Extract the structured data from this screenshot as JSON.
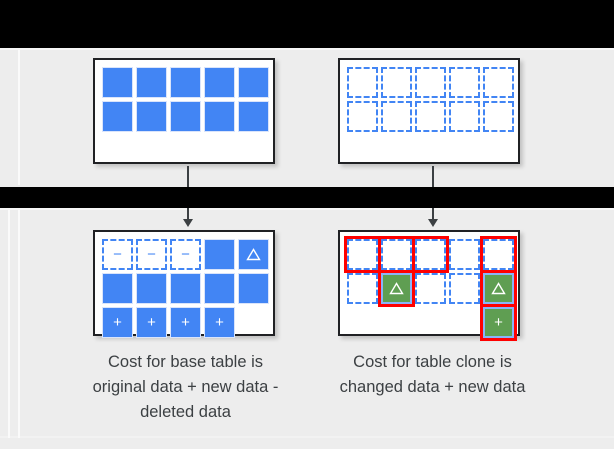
{
  "diagram": {
    "background_color": "#ededed",
    "blue": "#4285F4",
    "green": "#5F9E52",
    "red": "#FF0000",
    "card_border": "#202124",
    "occlusion_bar_color": "#000000"
  },
  "tables": {
    "top_left": {
      "name": "base-table-original",
      "rows": 2,
      "cols": 5,
      "cells": [
        {
          "style": "solid",
          "glyph": ""
        },
        {
          "style": "solid",
          "glyph": ""
        },
        {
          "style": "solid",
          "glyph": ""
        },
        {
          "style": "solid",
          "glyph": ""
        },
        {
          "style": "solid",
          "glyph": ""
        },
        {
          "style": "solid",
          "glyph": ""
        },
        {
          "style": "solid",
          "glyph": ""
        },
        {
          "style": "solid",
          "glyph": ""
        },
        {
          "style": "solid",
          "glyph": ""
        },
        {
          "style": "solid",
          "glyph": ""
        }
      ]
    },
    "top_right": {
      "name": "table-clone-empty",
      "rows": 2,
      "cols": 5,
      "cells": [
        {
          "style": "dashed",
          "glyph": ""
        },
        {
          "style": "dashed",
          "glyph": ""
        },
        {
          "style": "dashed",
          "glyph": ""
        },
        {
          "style": "dashed",
          "glyph": ""
        },
        {
          "style": "dashed",
          "glyph": ""
        },
        {
          "style": "dashed",
          "glyph": ""
        },
        {
          "style": "dashed",
          "glyph": ""
        },
        {
          "style": "dashed",
          "glyph": ""
        },
        {
          "style": "dashed",
          "glyph": ""
        },
        {
          "style": "dashed",
          "glyph": ""
        }
      ]
    },
    "bottom_left": {
      "name": "base-table-after-changes",
      "rows": 3,
      "cols": 5,
      "cells": [
        {
          "style": "dashed",
          "glyph": "−",
          "glyph_name": "minus-deleted"
        },
        {
          "style": "dashed",
          "glyph": "−",
          "glyph_name": "minus-deleted"
        },
        {
          "style": "dashed",
          "glyph": "−",
          "glyph_name": "minus-deleted"
        },
        {
          "style": "solid",
          "glyph": ""
        },
        {
          "style": "solid",
          "glyph": "△",
          "glyph_name": "delta-changed"
        },
        {
          "style": "solid",
          "glyph": ""
        },
        {
          "style": "solid",
          "glyph": ""
        },
        {
          "style": "solid",
          "glyph": ""
        },
        {
          "style": "solid",
          "glyph": ""
        },
        {
          "style": "solid",
          "glyph": ""
        },
        {
          "style": "solid",
          "glyph": "+",
          "glyph_name": "plus-new"
        },
        {
          "style": "solid",
          "glyph": "+",
          "glyph_name": "plus-new"
        },
        {
          "style": "solid",
          "glyph": "+",
          "glyph_name": "plus-new"
        },
        {
          "style": "solid",
          "glyph": "+",
          "glyph_name": "plus-new"
        },
        {
          "style": "blank",
          "glyph": ""
        }
      ]
    },
    "bottom_right": {
      "name": "table-clone-after-changes",
      "rows": 3,
      "cols": 5,
      "cells": [
        {
          "style": "dashed",
          "glyph": "",
          "billed": true
        },
        {
          "style": "dashed",
          "glyph": "",
          "billed": true
        },
        {
          "style": "dashed",
          "glyph": "",
          "billed": true
        },
        {
          "style": "dashed",
          "glyph": "",
          "billed": false
        },
        {
          "style": "dashed",
          "glyph": "",
          "billed": true
        },
        {
          "style": "dashed",
          "glyph": "",
          "billed": false
        },
        {
          "style": "green",
          "glyph": "△",
          "glyph_name": "delta-changed",
          "billed": true
        },
        {
          "style": "dashed",
          "glyph": "",
          "billed": false
        },
        {
          "style": "dashed",
          "glyph": "",
          "billed": false
        },
        {
          "style": "green",
          "glyph": "△",
          "glyph_name": "delta-changed",
          "billed": true
        },
        {
          "style": "blank",
          "glyph": "",
          "billed": false
        },
        {
          "style": "blank",
          "glyph": "",
          "billed": false
        },
        {
          "style": "blank",
          "glyph": "",
          "billed": false
        },
        {
          "style": "blank",
          "glyph": "",
          "billed": false
        },
        {
          "style": "green",
          "glyph": "+",
          "glyph_name": "plus-new",
          "billed": true
        }
      ]
    }
  },
  "captions": {
    "left": "Cost for base table is original data + new data - deleted data",
    "right": "Cost for table clone is changed data + new data"
  },
  "arrows": {
    "left_label": "arrow-base-table",
    "right_label": "arrow-table-clone"
  }
}
